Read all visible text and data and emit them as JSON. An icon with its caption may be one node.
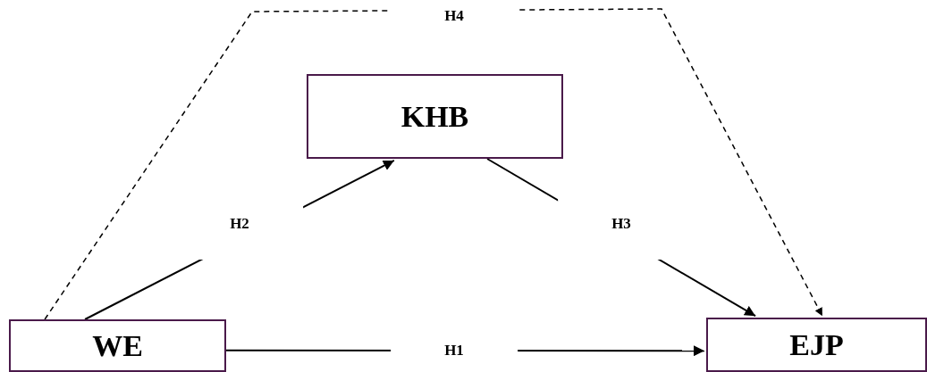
{
  "diagram": {
    "nodes": [
      {
        "text": [
          "KHB"
        ]
      },
      {
        "text": [
          "WE"
        ]
      },
      {
        "text": [
          "EJP"
        ]
      }
    ],
    "edges": [
      {
        "from": 1,
        "to": 2,
        "arrow": "to",
        "label": "H1"
      },
      {
        "from": 1,
        "to": 0,
        "arrow": "to",
        "label": "H2"
      },
      {
        "from": 0,
        "to": 2,
        "arrow": "to",
        "label": "H3"
      },
      {
        "from": 1,
        "to": 2,
        "arrow": "to",
        "label": "H4",
        "style": "dashed"
      }
    ]
  }
}
